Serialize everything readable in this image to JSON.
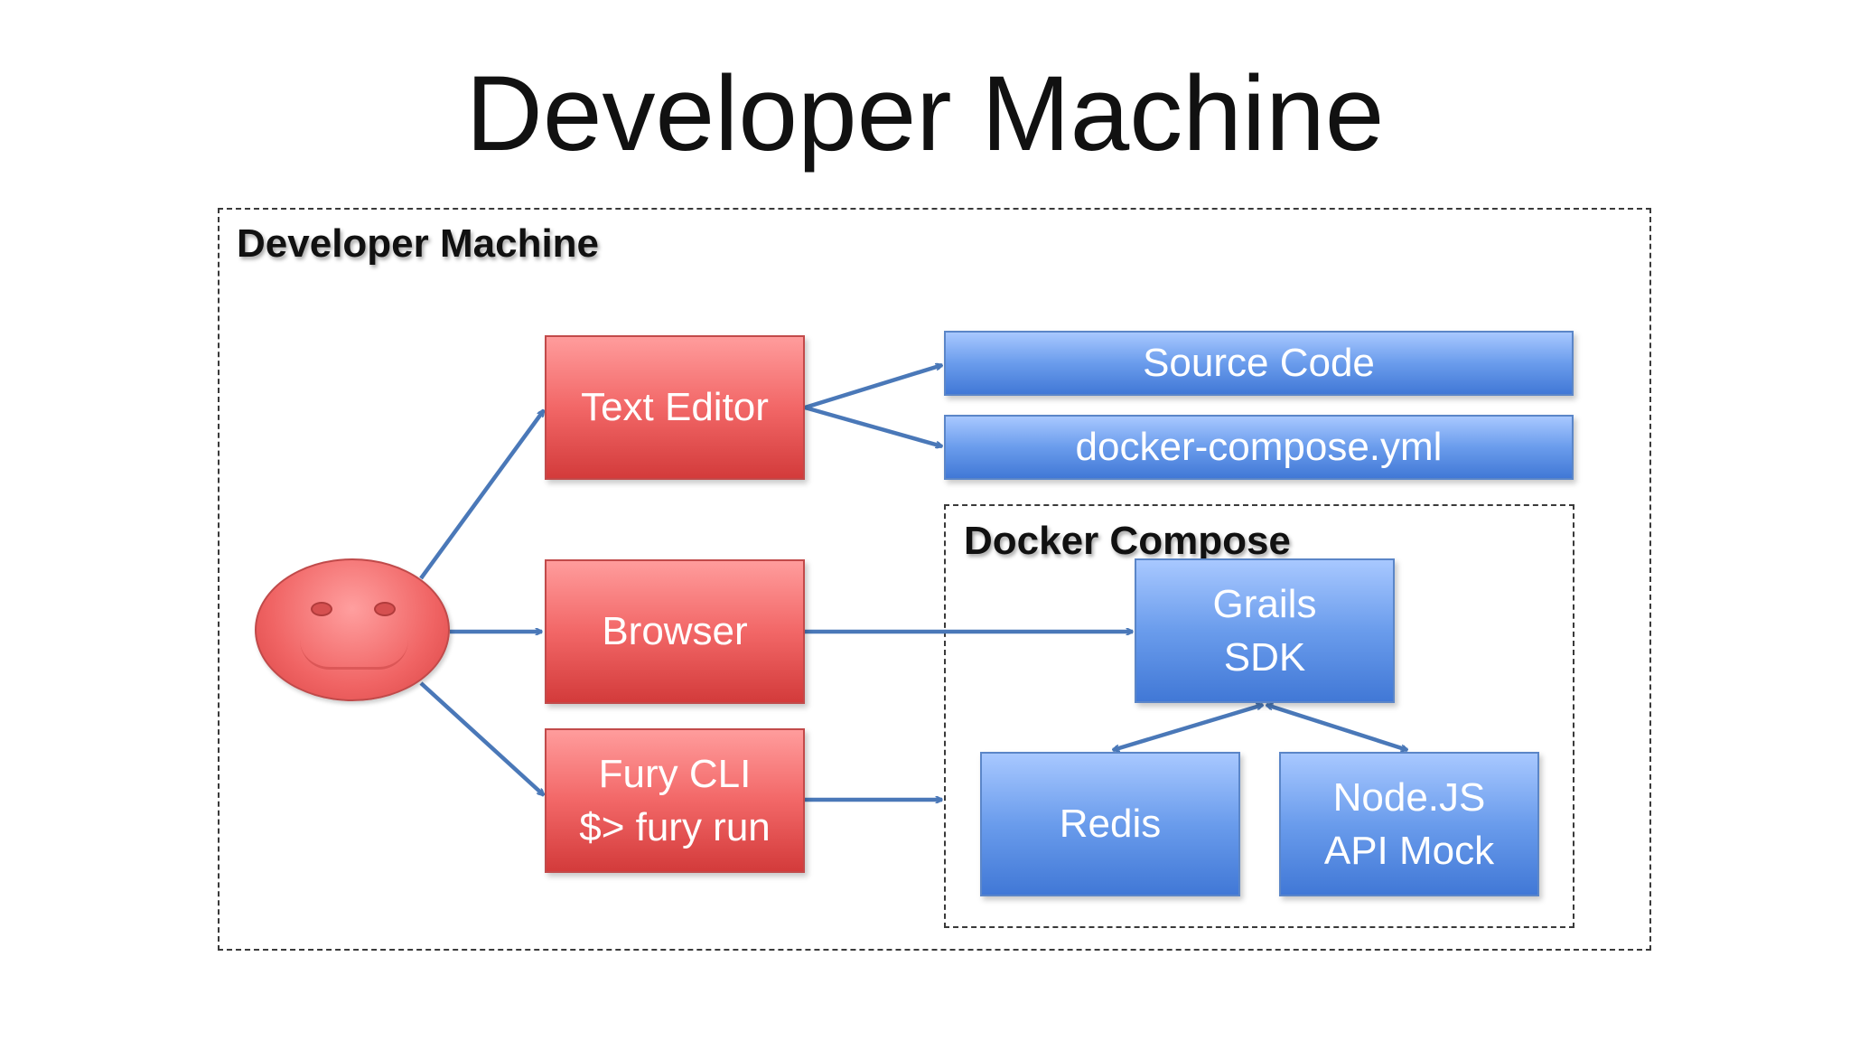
{
  "slide": {
    "title": "Developer Machine"
  },
  "outer_group": {
    "label": "Developer Machine"
  },
  "docker_group": {
    "label": "Docker Compose"
  },
  "nodes": {
    "text_editor": {
      "line1": "Text Editor"
    },
    "browser": {
      "line1": "Browser"
    },
    "fury_cli": {
      "line1": "Fury CLI",
      "line2": "$> fury run"
    },
    "source_code": {
      "line1": "Source Code"
    },
    "docker_compose_yml": {
      "line1": "docker-compose.yml"
    },
    "grails_sdk": {
      "line1": "Grails",
      "line2": "SDK"
    },
    "redis": {
      "line1": "Redis"
    },
    "node_js": {
      "line1": "Node.JS",
      "line2": "API Mock"
    }
  },
  "colors": {
    "red_box": "#f26767",
    "blue_box": "#6a9cec",
    "arrow": "#4a78b8",
    "developer_face": "#f06464"
  },
  "edges": [
    {
      "from": "developer",
      "to": "text_editor"
    },
    {
      "from": "developer",
      "to": "browser"
    },
    {
      "from": "developer",
      "to": "fury_cli"
    },
    {
      "from": "text_editor",
      "to": "source_code"
    },
    {
      "from": "text_editor",
      "to": "docker_compose_yml"
    },
    {
      "from": "browser",
      "to": "grails_sdk"
    },
    {
      "from": "fury_cli",
      "to": "docker_compose_group"
    },
    {
      "from": "grails_sdk",
      "to": "redis",
      "bidirectional": true
    },
    {
      "from": "grails_sdk",
      "to": "node_js",
      "bidirectional": true
    }
  ]
}
